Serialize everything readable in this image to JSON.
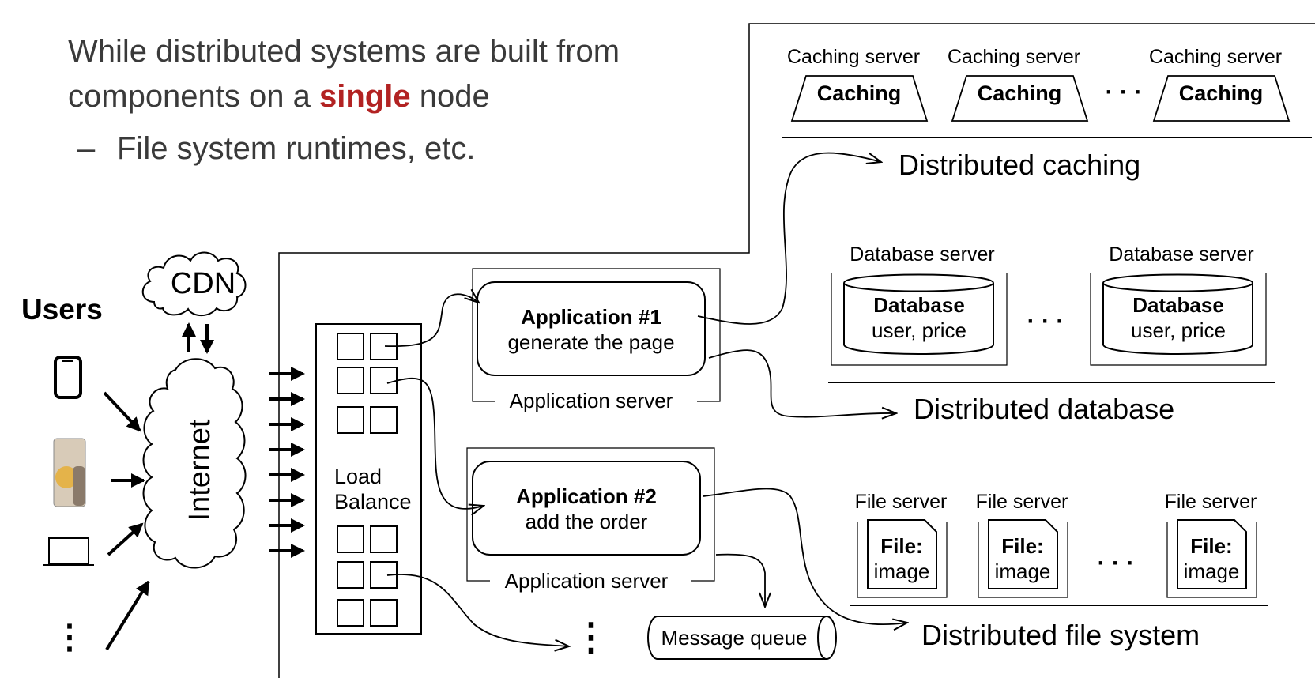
{
  "colors": {
    "accent": "#b22222",
    "text": "#3a3a3a",
    "line": "#000000"
  },
  "intro": {
    "line1": "While distributed systems are built from",
    "line2_prefix": "components on a ",
    "line2_emphasis": "single",
    "line2_suffix": " node",
    "sub_dash": "–",
    "sub_text": "File system runtimes, etc."
  },
  "users": {
    "title": "Users",
    "devices": [
      "phone-icon",
      "tablet-icon",
      "laptop-icon"
    ],
    "more": "⋮"
  },
  "internet": {
    "label": "Internet",
    "cdn": "CDN"
  },
  "load_balancer": {
    "line1": "Load",
    "line2": "Balance"
  },
  "app1": {
    "title": "Application #1",
    "subtitle": "generate the page",
    "server": "Application server"
  },
  "app2": {
    "title": "Application #2",
    "subtitle": "add the order",
    "server": "Application server"
  },
  "more_app": "⋮",
  "message_queue": "Message queue",
  "caching": {
    "servers": [
      {
        "server": "Caching server",
        "label": "Caching"
      },
      {
        "server": "Caching server",
        "label": "Caching"
      },
      {
        "server": "Caching server",
        "label": "Caching"
      }
    ],
    "ellipsis": "· · ·",
    "tier": "Distributed caching"
  },
  "database": {
    "servers": [
      {
        "server": "Database server",
        "title": "Database",
        "subtitle": "user, price"
      },
      {
        "server": "Database server",
        "title": "Database",
        "subtitle": "user, price"
      }
    ],
    "ellipsis": "· · ·",
    "tier": "Distributed database"
  },
  "files": {
    "servers": [
      {
        "server": "File server",
        "title": "File:",
        "subtitle": "image"
      },
      {
        "server": "File server",
        "title": "File:",
        "subtitle": "image"
      },
      {
        "server": "File server",
        "title": "File:",
        "subtitle": "image"
      }
    ],
    "ellipsis": "· · ·",
    "tier": "Distributed file system"
  }
}
